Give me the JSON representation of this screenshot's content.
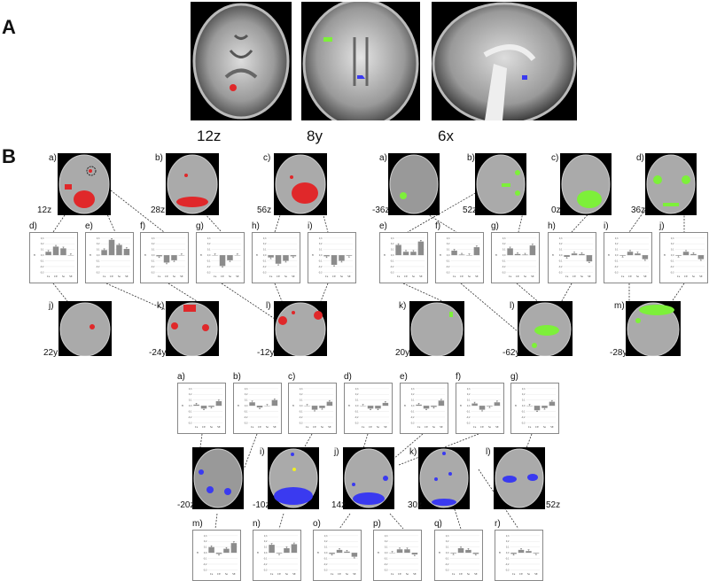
{
  "figure": {
    "panel_A_label": "A",
    "panel_B_label": "B",
    "colors": {
      "red": "#e0282a",
      "green": "#7df03a",
      "blue": "#3a3af0",
      "yellow": "#f0f020",
      "bar": "#8c8c8c"
    }
  },
  "panel_A": {
    "slices": [
      {
        "caption": "12z",
        "view": "axial",
        "highlight": "red"
      },
      {
        "caption": "8y",
        "view": "coronal",
        "highlight": "green+blue"
      },
      {
        "caption": "6x",
        "view": "sagittal",
        "highlight": "blue"
      }
    ]
  },
  "panel_B": {
    "red_group": {
      "brains_top": [
        {
          "label": "a)",
          "coord": "12z"
        },
        {
          "label": "b)",
          "coord": "28z"
        },
        {
          "label": "c)",
          "coord": "56z"
        }
      ],
      "brains_bottom": [
        {
          "label": "j)",
          "coord": "22y"
        },
        {
          "label": "k)",
          "coord": "-24y"
        },
        {
          "label": "l)",
          "coord": "-12y"
        }
      ],
      "chart_labels": [
        "d)",
        "e)",
        "f)",
        "g)",
        "h)",
        "i)"
      ]
    },
    "green_group": {
      "brains_top": [
        {
          "label": "a)",
          "coord": "-36z"
        },
        {
          "label": "b)",
          "coord": "52z"
        },
        {
          "label": "c)",
          "coord": "0z"
        },
        {
          "label": "d)",
          "coord": "36z"
        }
      ],
      "brains_bottom": [
        {
          "label": "k)",
          "coord": "20y"
        },
        {
          "label": "l)",
          "coord": "-62y"
        },
        {
          "label": "m)",
          "coord": "-28y"
        }
      ],
      "chart_labels": [
        "e)",
        "f)",
        "g)",
        "h)",
        "i)",
        "j)"
      ]
    },
    "blue_group": {
      "chart_labels_top": [
        "a)",
        "b)",
        "c)",
        "d)",
        "e)",
        "f)",
        "g)"
      ],
      "brains": [
        {
          "label": "h)",
          "coord": "-20z"
        },
        {
          "label": "i)",
          "coord": "-10z"
        },
        {
          "label": "j)",
          "coord": "14z"
        },
        {
          "label": "k)",
          "coord": "30z"
        },
        {
          "label": "l)",
          "coord": "52z"
        }
      ],
      "chart_labels_bottom": [
        "m)",
        "n)",
        "o)",
        "p)",
        "q)",
        "r)"
      ]
    },
    "axis": {
      "ylabel": "r²",
      "yticks": [
        "0,3",
        "0,2",
        "0,1",
        "0,0",
        "-0,1",
        "-0,2",
        "-0,3"
      ],
      "categories": [
        "Ce",
        "CE",
        "Se",
        "SE"
      ]
    }
  },
  "chart_data": [
    {
      "type": "bar",
      "group": "red",
      "label": "d)",
      "categories": [
        "Ce",
        "CE",
        "Se",
        "SE"
      ],
      "values": [
        0.06,
        0.15,
        0.12,
        0.0
      ],
      "ylim": [
        -0.3,
        0.3
      ],
      "ylabel": "r²"
    },
    {
      "type": "bar",
      "group": "red",
      "label": "e)",
      "categories": [
        "Ce",
        "CE",
        "Se",
        "SE"
      ],
      "values": [
        0.09,
        0.27,
        0.18,
        0.11
      ],
      "ylim": [
        -0.3,
        0.3
      ],
      "ylabel": "r²"
    },
    {
      "type": "bar",
      "group": "red",
      "label": "f)",
      "categories": [
        "Ce",
        "CE",
        "Se",
        "SE"
      ],
      "values": [
        -0.02,
        -0.13,
        -0.09,
        0.0
      ],
      "ylim": [
        -0.3,
        0.3
      ],
      "ylabel": "r²"
    },
    {
      "type": "bar",
      "group": "red",
      "label": "g)",
      "categories": [
        "Ce",
        "CE",
        "Se",
        "SE"
      ],
      "values": [
        0.0,
        -0.19,
        -0.09,
        0.0
      ],
      "ylim": [
        -0.3,
        0.3
      ],
      "ylabel": "r²"
    },
    {
      "type": "bar",
      "group": "red",
      "label": "h)",
      "categories": [
        "Ce",
        "CE",
        "Se",
        "SE"
      ],
      "values": [
        -0.04,
        -0.15,
        -0.1,
        -0.02
      ],
      "ylim": [
        -0.3,
        0.3
      ],
      "ylabel": "r²"
    },
    {
      "type": "bar",
      "group": "red",
      "label": "i)",
      "categories": [
        "Ce",
        "CE",
        "Se",
        "SE"
      ],
      "values": [
        -0.02,
        -0.17,
        -0.1,
        -0.01
      ],
      "ylim": [
        -0.3,
        0.3
      ],
      "ylabel": "r²"
    },
    {
      "type": "bar",
      "group": "green",
      "label": "e)",
      "categories": [
        "Ce",
        "CE",
        "Se",
        "SE"
      ],
      "values": [
        0.18,
        0.06,
        0.06,
        0.24
      ],
      "ylim": [
        -0.3,
        0.3
      ],
      "ylabel": "r²"
    },
    {
      "type": "bar",
      "group": "green",
      "label": "f)",
      "categories": [
        "Ce",
        "CE",
        "Se",
        "SE"
      ],
      "values": [
        0.08,
        0.01,
        0.0,
        0.14
      ],
      "ylim": [
        -0.3,
        0.3
      ],
      "ylabel": "r²"
    },
    {
      "type": "bar",
      "group": "green",
      "label": "g)",
      "categories": [
        "Ce",
        "CE",
        "Se",
        "SE"
      ],
      "values": [
        0.12,
        0.02,
        0.01,
        0.17
      ],
      "ylim": [
        -0.3,
        0.3
      ],
      "ylabel": "r²"
    },
    {
      "type": "bar",
      "group": "green",
      "label": "h)",
      "categories": [
        "Ce",
        "CE",
        "Se",
        "SE"
      ],
      "values": [
        -0.03,
        0.03,
        0.02,
        -0.11
      ],
      "ylim": [
        -0.3,
        0.3
      ],
      "ylabel": "r²"
    },
    {
      "type": "bar",
      "group": "green",
      "label": "i)",
      "categories": [
        "Ce",
        "CE",
        "Se",
        "SE"
      ],
      "values": [
        -0.01,
        0.06,
        0.03,
        -0.07
      ],
      "ylim": [
        -0.3,
        0.3
      ],
      "ylabel": "r²"
    },
    {
      "type": "bar",
      "group": "green",
      "label": "j)",
      "categories": [
        "Ce",
        "CE",
        "Se",
        "SE"
      ],
      "values": [
        -0.01,
        0.06,
        0.02,
        -0.07
      ],
      "ylim": [
        -0.3,
        0.3
      ],
      "ylabel": "r²"
    },
    {
      "type": "bar",
      "group": "blue",
      "label": "a)",
      "categories": [
        "Ce",
        "CE",
        "Se",
        "SE"
      ],
      "values": [
        0.02,
        -0.05,
        -0.02,
        0.08
      ],
      "ylim": [
        -0.3,
        0.3
      ],
      "ylabel": "r²"
    },
    {
      "type": "bar",
      "group": "blue",
      "label": "b)",
      "categories": [
        "Ce",
        "CE",
        "Se",
        "SE"
      ],
      "values": [
        0.06,
        -0.03,
        0.0,
        0.1
      ],
      "ylim": [
        -0.3,
        0.3
      ],
      "ylabel": "r²"
    },
    {
      "type": "bar",
      "group": "blue",
      "label": "c)",
      "categories": [
        "Ce",
        "CE",
        "Se",
        "SE"
      ],
      "values": [
        0.0,
        -0.07,
        -0.04,
        0.07
      ],
      "ylim": [
        -0.3,
        0.3
      ],
      "ylabel": "r²"
    },
    {
      "type": "bar",
      "group": "blue",
      "label": "d)",
      "categories": [
        "Ce",
        "CE",
        "Se",
        "SE"
      ],
      "values": [
        0.0,
        -0.05,
        -0.05,
        0.05
      ],
      "ylim": [
        -0.3,
        0.3
      ],
      "ylabel": "r²"
    },
    {
      "type": "bar",
      "group": "blue",
      "label": "e)",
      "categories": [
        "Ce",
        "CE",
        "Se",
        "SE"
      ],
      "values": [
        0.02,
        -0.05,
        -0.02,
        0.09
      ],
      "ylim": [
        -0.3,
        0.3
      ],
      "ylabel": "r²"
    },
    {
      "type": "bar",
      "group": "blue",
      "label": "f)",
      "categories": [
        "Ce",
        "CE",
        "Se",
        "SE"
      ],
      "values": [
        0.04,
        -0.07,
        -0.01,
        0.06
      ],
      "ylim": [
        -0.3,
        0.3
      ],
      "ylabel": "r²"
    },
    {
      "type": "bar",
      "group": "blue",
      "label": "g)",
      "categories": [
        "Ce",
        "CE",
        "Se",
        "SE"
      ],
      "values": [
        0.0,
        -0.08,
        -0.04,
        0.07
      ],
      "ylim": [
        -0.3,
        0.3
      ],
      "ylabel": "r²"
    },
    {
      "type": "bar",
      "group": "blue",
      "label": "m)",
      "categories": [
        "Ce",
        "CE",
        "Se",
        "SE"
      ],
      "values": [
        0.1,
        -0.02,
        0.07,
        0.17
      ],
      "ylim": [
        -0.3,
        0.3
      ],
      "ylabel": "r²"
    },
    {
      "type": "bar",
      "group": "blue",
      "label": "n)",
      "categories": [
        "Ce",
        "CE",
        "Se",
        "SE"
      ],
      "values": [
        0.14,
        -0.01,
        0.08,
        0.15
      ],
      "ylim": [
        -0.3,
        0.3
      ],
      "ylabel": "r²"
    },
    {
      "type": "bar",
      "group": "blue",
      "label": "o)",
      "categories": [
        "Ce",
        "CE",
        "Se",
        "SE"
      ],
      "values": [
        -0.02,
        0.05,
        0.02,
        -0.07
      ],
      "ylim": [
        -0.3,
        0.3
      ],
      "ylabel": "r²"
    },
    {
      "type": "bar",
      "group": "blue",
      "label": "p)",
      "categories": [
        "Ce",
        "CE",
        "Se",
        "SE"
      ],
      "values": [
        0.0,
        0.06,
        0.06,
        -0.03
      ],
      "ylim": [
        -0.3,
        0.3
      ],
      "ylabel": "r²"
    },
    {
      "type": "bar",
      "group": "blue",
      "label": "q)",
      "categories": [
        "Ce",
        "CE",
        "Se",
        "SE"
      ],
      "values": [
        -0.01,
        0.08,
        0.05,
        -0.02
      ],
      "ylim": [
        -0.3,
        0.3
      ],
      "ylabel": "r²"
    },
    {
      "type": "bar",
      "group": "blue",
      "label": "r)",
      "categories": [
        "Ce",
        "CE",
        "Se",
        "SE"
      ],
      "values": [
        -0.02,
        0.05,
        0.03,
        -0.01
      ],
      "ylim": [
        -0.3,
        0.3
      ],
      "ylabel": "r²"
    }
  ]
}
